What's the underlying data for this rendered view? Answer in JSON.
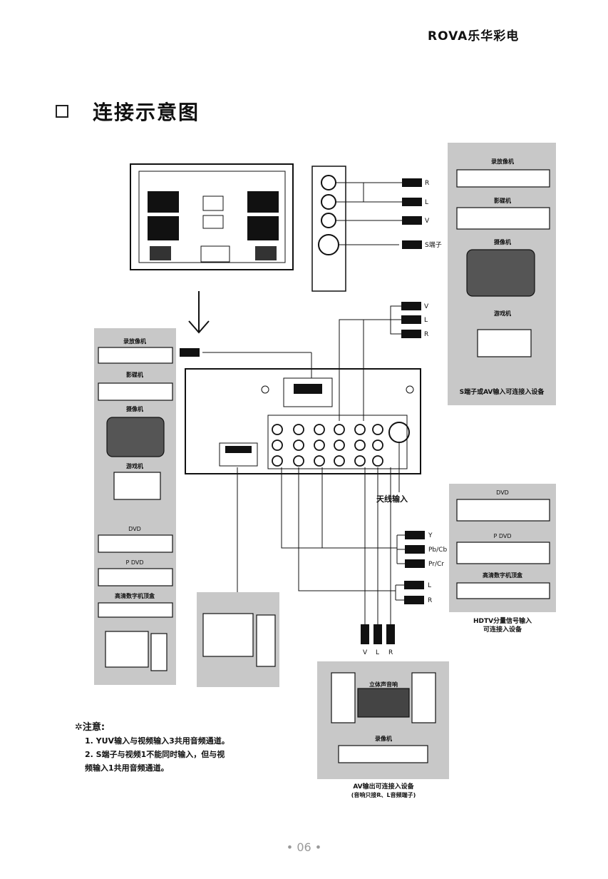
{
  "brand": "ROVA乐华彩电",
  "title": "连接示意图",
  "right_top_panel": {
    "devices": [
      "录放像机",
      "影碟机",
      "摄像机",
      "游戏机"
    ],
    "caption": "S端子或AV输入可连接入设备"
  },
  "left_panel": {
    "devices": [
      "录放像机",
      "影碟机",
      "摄像机",
      "游戏机",
      "DVD",
      "P DVD",
      "高清数字机顶盒"
    ]
  },
  "right_mid_panel": {
    "devices": [
      "DVD",
      "P DVD",
      "高清数字机顶盒"
    ],
    "caption_line1": "HDTV分量信号输入",
    "caption_line2": "可连接入设备"
  },
  "bottom_panel": {
    "devices": [
      "立体声音响",
      "录像机"
    ],
    "caption_line1": "AV输出可连接入设备",
    "caption_line2": "(音响只接R、L音频端子)"
  },
  "plug_labels": {
    "side_top": [
      "R",
      "L",
      "V",
      "S端子"
    ],
    "side_mid": [
      "V",
      "L",
      "R"
    ],
    "yuv": [
      "Y",
      "Pb/Cb",
      "Pr/Cr"
    ],
    "audio": [
      "L",
      "R"
    ],
    "bottom": [
      "V",
      "L",
      "R"
    ]
  },
  "antenna_label": "天线输入",
  "notes": {
    "head": "注意:",
    "line1": "1. YUV输入与视频输入3共用音频通道。",
    "line2": "2. S端子与视频1不能同时输入，但与视",
    "line3": "频输入1共用音频通道。"
  },
  "page_number": "• 06 •"
}
